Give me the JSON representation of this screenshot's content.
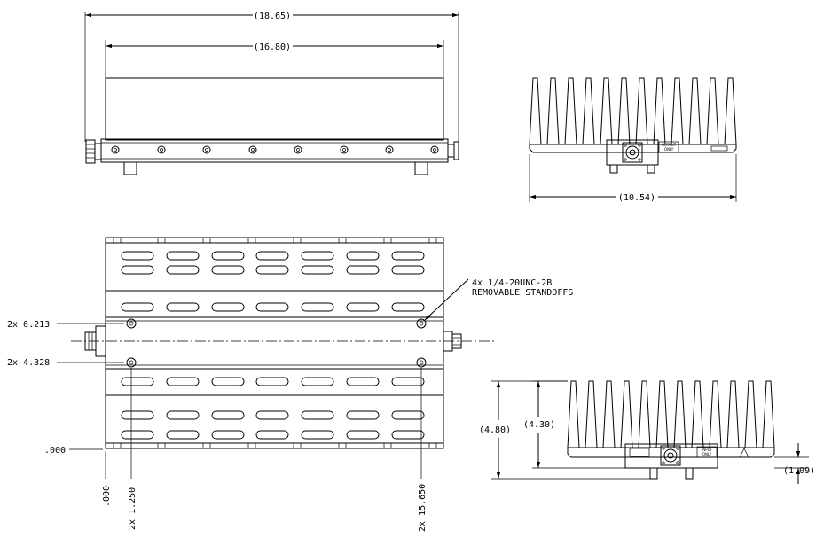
{
  "dimensions": {
    "overall_length": "(18.65)",
    "heatsink_length": "(16.80)",
    "width": "(10.54)",
    "total_height": "(4.80)",
    "fin_height": "(4.30)",
    "base_height": "(1.09)"
  },
  "callouts": {
    "standoffs_line1": "4x 1/4-20UNC-2B",
    "standoffs_line2": "REMOVABLE STANDOFFS",
    "hole_y_upper": "2x 6.213",
    "hole_y_lower": "2x 4.328",
    "origin_y": ".000",
    "origin_x": ".000",
    "hole_x_left": "2x 1.250",
    "hole_x_right": "2x 15.650"
  },
  "labels": {
    "output_only_line1": "OUTPUT",
    "output_only_line2": "ONLY",
    "input_only_line1": "INPUT",
    "input_only_line2": "ONLY"
  }
}
